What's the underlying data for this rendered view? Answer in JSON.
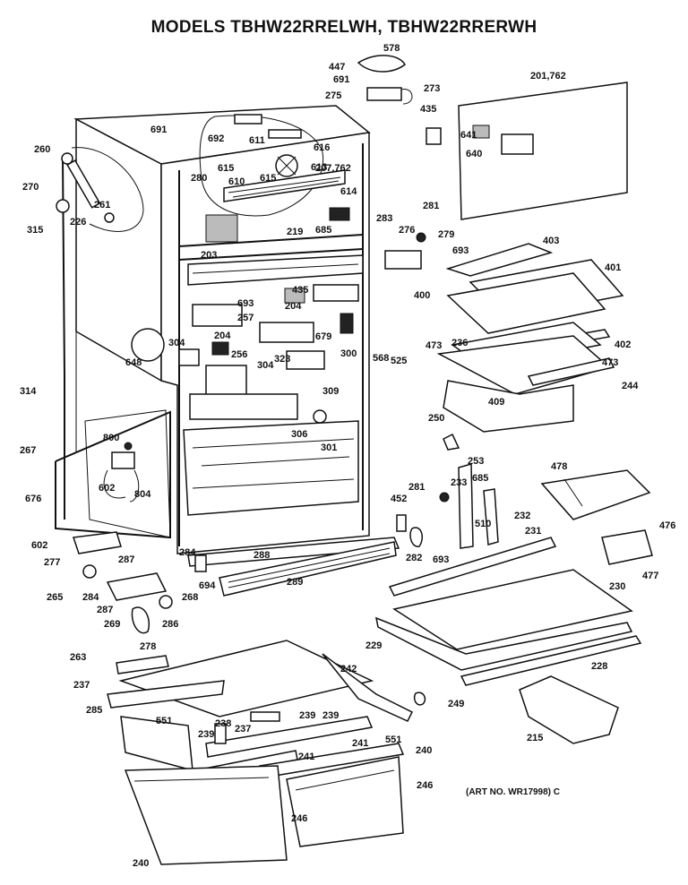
{
  "title": "MODELS TBHW22RRELWH, TBHW22RRERWH",
  "art_number": "(ART NO. WR17998) C",
  "labels": [
    {
      "id": "578",
      "text": "578"
    },
    {
      "id": "447",
      "text": "447"
    },
    {
      "id": "691a",
      "text": "691"
    },
    {
      "id": "275",
      "text": "275"
    },
    {
      "id": "273",
      "text": "273"
    },
    {
      "id": "435a",
      "text": "435"
    },
    {
      "id": "201",
      "text": "201,762"
    },
    {
      "id": "641",
      "text": "641"
    },
    {
      "id": "640",
      "text": "640"
    },
    {
      "id": "691b",
      "text": "691"
    },
    {
      "id": "692",
      "text": "692"
    },
    {
      "id": "611",
      "text": "611"
    },
    {
      "id": "616",
      "text": "616"
    },
    {
      "id": "260",
      "text": "260"
    },
    {
      "id": "280",
      "text": "280"
    },
    {
      "id": "615a",
      "text": "615"
    },
    {
      "id": "610",
      "text": "610"
    },
    {
      "id": "615b",
      "text": "615"
    },
    {
      "id": "613",
      "text": "613"
    },
    {
      "id": "207",
      "text": "207,762"
    },
    {
      "id": "270",
      "text": "270"
    },
    {
      "id": "614",
      "text": "614"
    },
    {
      "id": "281a",
      "text": "281"
    },
    {
      "id": "261",
      "text": "261"
    },
    {
      "id": "315",
      "text": "315"
    },
    {
      "id": "226",
      "text": "226"
    },
    {
      "id": "685a",
      "text": "685"
    },
    {
      "id": "283",
      "text": "283"
    },
    {
      "id": "276",
      "text": "276"
    },
    {
      "id": "279",
      "text": "279"
    },
    {
      "id": "219",
      "text": "219"
    },
    {
      "id": "693a",
      "text": "693"
    },
    {
      "id": "403",
      "text": "403"
    },
    {
      "id": "203",
      "text": "203"
    },
    {
      "id": "401",
      "text": "401"
    },
    {
      "id": "435b",
      "text": "435"
    },
    {
      "id": "693b",
      "text": "693"
    },
    {
      "id": "400",
      "text": "400"
    },
    {
      "id": "204a",
      "text": "204"
    },
    {
      "id": "257",
      "text": "257"
    },
    {
      "id": "679",
      "text": "679"
    },
    {
      "id": "304a",
      "text": "304"
    },
    {
      "id": "204b",
      "text": "204"
    },
    {
      "id": "256",
      "text": "256"
    },
    {
      "id": "300",
      "text": "300"
    },
    {
      "id": "568",
      "text": "568"
    },
    {
      "id": "473a",
      "text": "473"
    },
    {
      "id": "236",
      "text": "236"
    },
    {
      "id": "402",
      "text": "402"
    },
    {
      "id": "648",
      "text": "648"
    },
    {
      "id": "323",
      "text": "323"
    },
    {
      "id": "304b",
      "text": "304"
    },
    {
      "id": "525",
      "text": "525"
    },
    {
      "id": "473b",
      "text": "473"
    },
    {
      "id": "309",
      "text": "309"
    },
    {
      "id": "314",
      "text": "314"
    },
    {
      "id": "244",
      "text": "244"
    },
    {
      "id": "409",
      "text": "409"
    },
    {
      "id": "250",
      "text": "250"
    },
    {
      "id": "306",
      "text": "306"
    },
    {
      "id": "301",
      "text": "301"
    },
    {
      "id": "800",
      "text": "800"
    },
    {
      "id": "253",
      "text": "253"
    },
    {
      "id": "267",
      "text": "267"
    },
    {
      "id": "478",
      "text": "478"
    },
    {
      "id": "685b",
      "text": "685"
    },
    {
      "id": "233",
      "text": "233"
    },
    {
      "id": "602a",
      "text": "602"
    },
    {
      "id": "804",
      "text": "804"
    },
    {
      "id": "281b",
      "text": "281"
    },
    {
      "id": "452",
      "text": "452"
    },
    {
      "id": "676",
      "text": "676"
    },
    {
      "id": "510",
      "text": "510"
    },
    {
      "id": "232",
      "text": "232"
    },
    {
      "id": "476",
      "text": "476"
    },
    {
      "id": "231",
      "text": "231"
    },
    {
      "id": "602b",
      "text": "602"
    },
    {
      "id": "282",
      "text": "282"
    },
    {
      "id": "693c",
      "text": "693"
    },
    {
      "id": "277",
      "text": "277"
    },
    {
      "id": "287a",
      "text": "287"
    },
    {
      "id": "477",
      "text": "477"
    },
    {
      "id": "284a",
      "text": "284"
    },
    {
      "id": "288",
      "text": "288"
    },
    {
      "id": "230",
      "text": "230"
    },
    {
      "id": "694",
      "text": "694"
    },
    {
      "id": "265",
      "text": "265"
    },
    {
      "id": "284b",
      "text": "284"
    },
    {
      "id": "268",
      "text": "268"
    },
    {
      "id": "286",
      "text": "286"
    },
    {
      "id": "287b",
      "text": "287"
    },
    {
      "id": "289",
      "text": "289"
    },
    {
      "id": "269",
      "text": "269"
    },
    {
      "id": "278",
      "text": "278"
    },
    {
      "id": "229",
      "text": "229"
    },
    {
      "id": "228",
      "text": "228"
    },
    {
      "id": "263",
      "text": "263"
    },
    {
      "id": "242",
      "text": "242"
    },
    {
      "id": "237a",
      "text": "237"
    },
    {
      "id": "249",
      "text": "249"
    },
    {
      "id": "285",
      "text": "285"
    },
    {
      "id": "551a",
      "text": "551"
    },
    {
      "id": "239a",
      "text": "239"
    },
    {
      "id": "238",
      "text": "238"
    },
    {
      "id": "239b",
      "text": "239"
    },
    {
      "id": "239c",
      "text": "239"
    },
    {
      "id": "237b",
      "text": "237"
    },
    {
      "id": "215",
      "text": "215"
    },
    {
      "id": "551b",
      "text": "551"
    },
    {
      "id": "241a",
      "text": "241"
    },
    {
      "id": "240a",
      "text": "240"
    },
    {
      "id": "241b",
      "text": "241"
    },
    {
      "id": "246a",
      "text": "246"
    },
    {
      "id": "246b",
      "text": "246"
    },
    {
      "id": "240b",
      "text": "240"
    }
  ]
}
